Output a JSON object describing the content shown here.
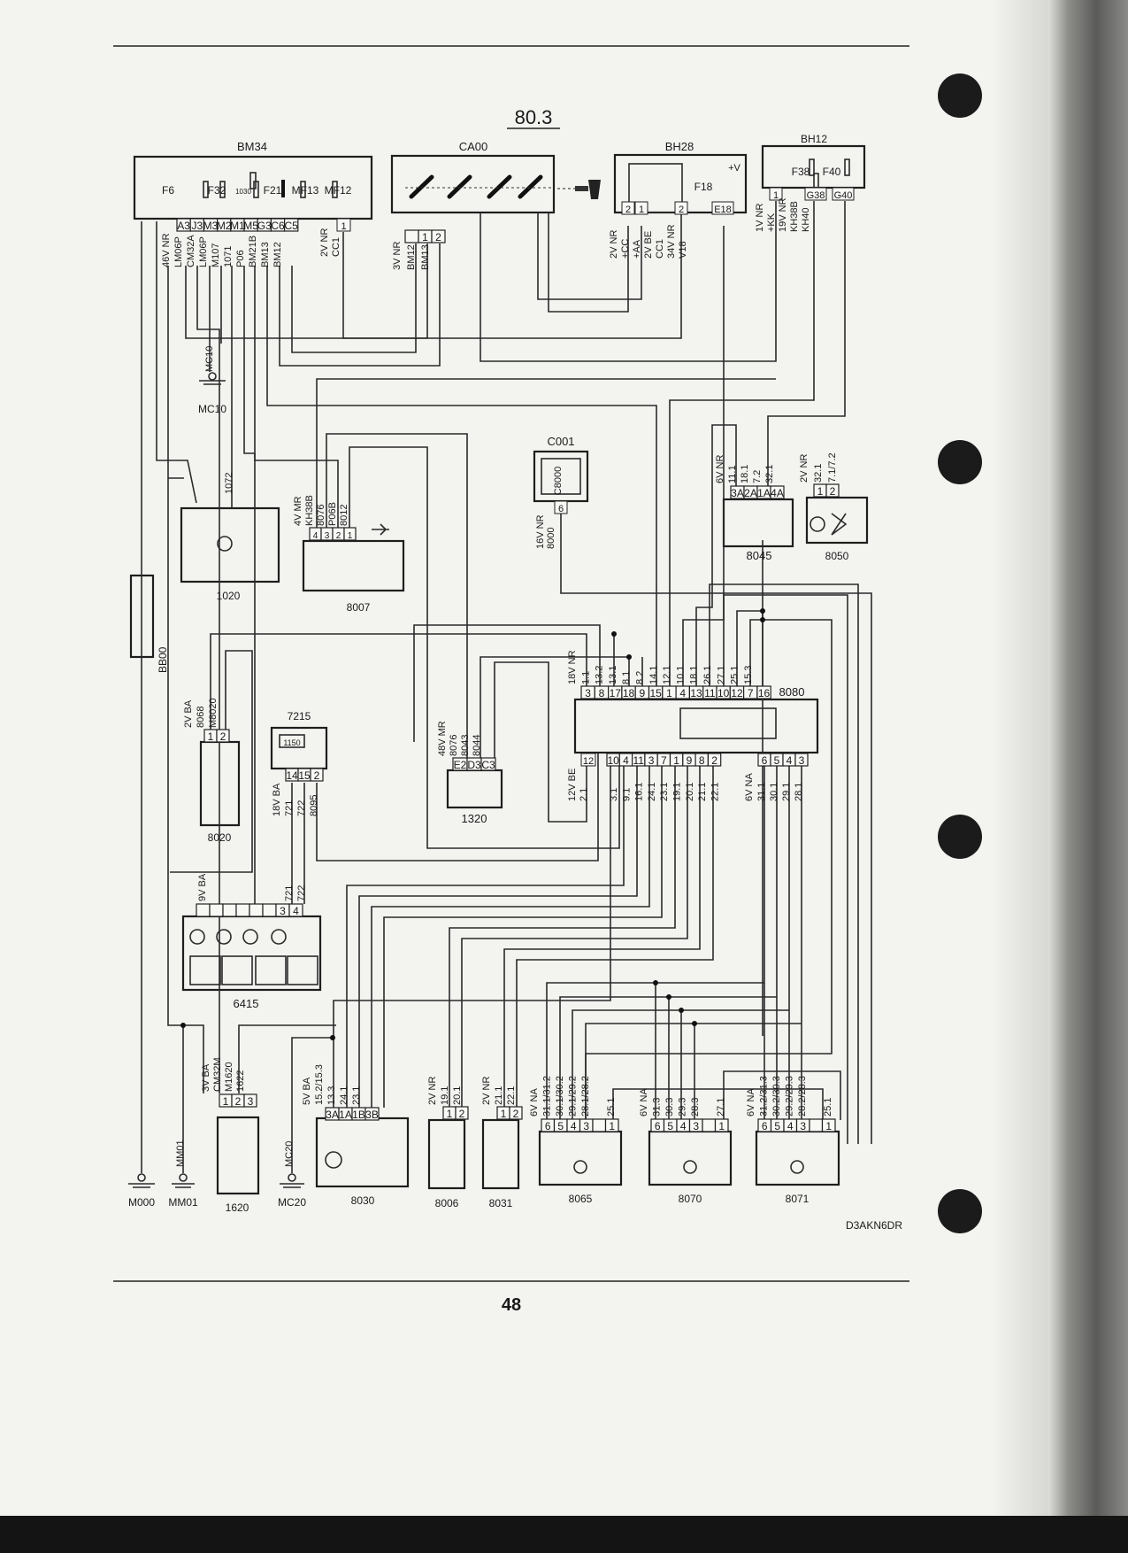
{
  "page": {
    "section": "80.3",
    "page_number": "48",
    "drawing_code": "D3AKN6DR"
  },
  "bm34": {
    "label": "BM34",
    "fuses": [
      "F6",
      "F32",
      "1030",
      "F21",
      "MF13",
      "MF12"
    ],
    "pins": [
      "A3",
      "J3",
      "M3",
      "M2",
      "M1",
      "M5",
      "G3",
      "C6",
      "C5"
    ],
    "pin_cc1": "1",
    "wires": [
      "46V NR",
      "LM06P",
      "CM32A",
      "LM06P",
      "M107",
      "1071",
      "P06",
      "BM21B",
      "BM13",
      "BM12"
    ],
    "wire_cc1": [
      "2V NR",
      "CC1"
    ]
  },
  "ca00": {
    "label": "CA00",
    "pins": [
      "",
      "1",
      "2"
    ],
    "wires": [
      "3V NR",
      "BM12",
      "BM13"
    ]
  },
  "bh28": {
    "label": "BH28",
    "fuse": "F18",
    "supply": "+V",
    "pins": [
      "2",
      "1",
      "2",
      "E18"
    ],
    "wires": [
      "2V NR",
      "+CC",
      "+AA",
      "2V BE",
      "CC1",
      "34V NR",
      "V18"
    ]
  },
  "bh12": {
    "label": "BH12",
    "fuses": [
      "F38",
      "F40"
    ],
    "pins": [
      "1",
      "G38",
      "G40"
    ],
    "wires": [
      "1V NR",
      "+KK",
      "19V NR",
      "KH38B",
      "KH40"
    ]
  },
  "mc10": {
    "label": "MC10",
    "wire": "MC10"
  },
  "c001": {
    "label": "C001",
    "inner": "C8000",
    "pin": "6",
    "wires": [
      "16V NR",
      "8000"
    ]
  },
  "c1020": {
    "label": "1020",
    "wire": "1072"
  },
  "c8007": {
    "label": "8007",
    "pins": [
      "4",
      "3",
      "2",
      "1"
    ],
    "wires": [
      "4V MR",
      "KH38B",
      "8076",
      "P06B",
      "8012"
    ]
  },
  "c8045": {
    "label": "8045",
    "pins": [
      "3A",
      "2A",
      "1A",
      "4A"
    ],
    "wires": [
      "6V NR",
      "11.1",
      "18.1",
      "7.2",
      "32.1"
    ]
  },
  "c8050": {
    "label": "8050",
    "pins": [
      "1",
      "2"
    ],
    "wires": [
      "2V NR",
      "32.1",
      "7.1/7.2"
    ]
  },
  "bb00": {
    "label": "BB00"
  },
  "c8020": {
    "label": "8020",
    "pins": [
      "1",
      "2"
    ],
    "wires": [
      "2V BA",
      "8068",
      "M8020"
    ]
  },
  "c7215": {
    "label": "7215",
    "display": "1150",
    "pins": [
      "14",
      "15",
      "2"
    ],
    "wires": [
      "18V BA",
      "721",
      "722",
      "8095"
    ]
  },
  "c1320": {
    "label": "1320",
    "pins": [
      "E2",
      "D3",
      "C3"
    ],
    "wires": [
      "48V MR",
      "8076",
      "8043",
      "8044"
    ]
  },
  "c8080": {
    "label": "8080",
    "top_pins": [
      "3",
      "8",
      "17",
      "18",
      "9",
      "15",
      "1",
      "4",
      "13",
      "11",
      "10",
      "12",
      "7",
      "16"
    ],
    "top_wires": [
      "18V NR",
      "1.1",
      "13.2",
      "13.1",
      "8.1",
      "8.2",
      "14.1",
      "12.1",
      "10.1",
      "18.1",
      "26.1",
      "27.1",
      "25.1",
      "15.3"
    ],
    "bottom_pin_left": "12",
    "bottom_pins_mid": [
      "10",
      "4",
      "11",
      "3",
      "7",
      "1",
      "9",
      "8",
      "2"
    ],
    "bottom_pins_right": [
      "6",
      "5",
      "4",
      "3"
    ],
    "bottom_wires_left": [
      "12V BE",
      "2.1"
    ],
    "bottom_wires_mid": [
      "3.1",
      "9.1",
      "16.1",
      "24.1",
      "23.1",
      "19.1",
      "20.1",
      "21.1",
      "22.1"
    ],
    "bottom_wires_right": [
      "6V NA",
      "31.1",
      "30.1",
      "29.1",
      "28.1"
    ]
  },
  "c6415": {
    "label": "6415",
    "pins": [
      "",
      "",
      "",
      "",
      "",
      "",
      "3",
      "4"
    ],
    "wires": [
      "9V BA",
      "721",
      "722"
    ]
  },
  "c1620": {
    "label": "1620",
    "pins": [
      "1",
      "2",
      "3"
    ],
    "wires": [
      "3V BA",
      "CM32M",
      "M1620",
      "1622"
    ]
  },
  "c8030": {
    "label": "8030",
    "pins": [
      "3A",
      "1A",
      "1B",
      "3B"
    ],
    "wires": [
      "5V BA",
      "15.2/15.3",
      "13.3",
      "24.1",
      "23.1"
    ]
  },
  "c8006": {
    "label": "8006",
    "pins": [
      "1",
      "2"
    ],
    "wires": [
      "2V NR",
      "19.1",
      "20.1"
    ]
  },
  "c8031": {
    "label": "8031",
    "pins": [
      "1",
      "2"
    ],
    "wires": [
      "2V NR",
      "21.1",
      "22.1"
    ]
  },
  "c8065": {
    "label": "8065",
    "pins": [
      "6",
      "5",
      "4",
      "3",
      "",
      "1"
    ],
    "wires": [
      "6V NA",
      "31.1/31.2",
      "30.1/30.2",
      "29.1/29.2",
      "28.1/28.2",
      "",
      "25.1"
    ]
  },
  "c8070": {
    "label": "8070",
    "pins": [
      "6",
      "5",
      "4",
      "3",
      "",
      "1"
    ],
    "wires": [
      "6V NA",
      "31.3",
      "30.3",
      "29.3",
      "28.3",
      "",
      "27.1"
    ]
  },
  "c8071": {
    "label": "8071",
    "pins": [
      "6",
      "5",
      "4",
      "3",
      "",
      "1"
    ],
    "wires": [
      "6V NA",
      "31.2/31.3",
      "30.2/30.3",
      "29.2/29.3",
      "28.2/28.3",
      "",
      "25.1"
    ]
  },
  "grounds": [
    "M000",
    "MM01",
    "MC20"
  ]
}
